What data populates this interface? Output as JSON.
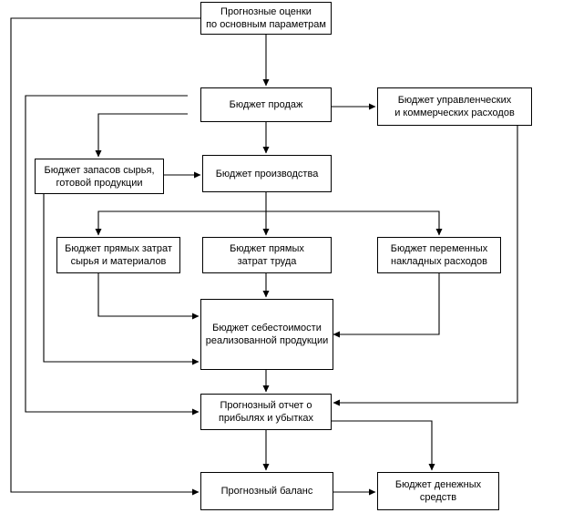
{
  "nodes": {
    "forecast": "Прогнозные оценки\nпо основным параметрам",
    "sales": "Бюджет продаж",
    "admin": "Бюджет управленческих\nи коммерческих расходов",
    "inventory": "Бюджет запасов сырья,\nготовой продукции",
    "production": "Бюджет производства",
    "materials": "Бюджет прямых затрат\nсырья и материалов",
    "labor": "Бюджет прямых\nзатрат труда",
    "overhead": "Бюджет переменных\nнакладных расходов",
    "cogs": "Бюджет себестоимости\nреализованной продукции",
    "pnl": "Прогнозный отчет о\nприбылях и убытках",
    "balance": "Прогнозный баланс",
    "cash": "Бюджет денежных\nсредств"
  }
}
